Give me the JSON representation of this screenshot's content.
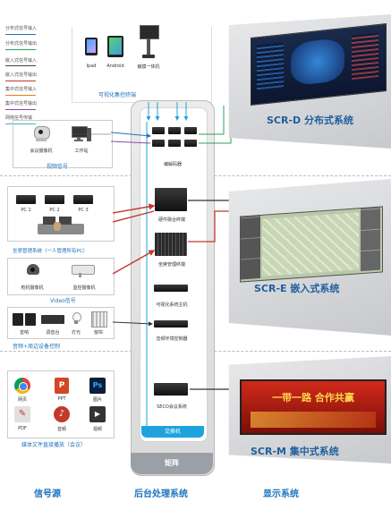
{
  "legend": [
    {
      "label": "分布式信号输入",
      "color": "#1e73be"
    },
    {
      "label": "分布式信号输出",
      "color": "#2ca05a"
    },
    {
      "label": "嵌入式信号输入",
      "color": "#444444"
    },
    {
      "label": "嵌入式信号输出",
      "color": "#c0392b"
    },
    {
      "label": "集中式信号输入",
      "color": "#e67e22"
    },
    {
      "label": "集中式信号输出",
      "color": "#8e44ad"
    },
    {
      "label": "网络信号传输",
      "color": "#3bb4d8"
    }
  ],
  "terminals": {
    "ipad": "Ipad",
    "android": "Android",
    "kiosk": "触摸一体机",
    "group": "可视化集控终端"
  },
  "video": {
    "conference_camera": "会议摄像机",
    "workstation": "工作站",
    "group": "视频信号"
  },
  "pcs": {
    "pc1": "PC 1",
    "pc2": "PC 2",
    "pc3": "PC 3",
    "group": "坐席管理系统（一人管理所有PC）"
  },
  "cameras": {
    "gun": "枪机摄像机",
    "monitor": "监控摄像机",
    "group": "Video信号"
  },
  "audio": {
    "items": [
      "音响",
      "调音台",
      "灯光",
      "窗帘"
    ],
    "group": "音频+周边设备控制"
  },
  "media": {
    "items": [
      "网页",
      "PPT",
      "图片",
      "PDF",
      "音频",
      "视频"
    ],
    "group": "媒体文件直接播放（会议）"
  },
  "backend": {
    "encoder": "编解码器",
    "fusion": "硬件融合终端",
    "seat": "坐席管理终端",
    "visual_host": "可视化系统主机",
    "env_ctrl": "音频环境控制器",
    "seco": "SECO会议系统",
    "switch": "交换机",
    "matrix": "矩阵"
  },
  "systems": {
    "d": "SCR-D 分布式系统",
    "e": "SCR-E 嵌入式系统",
    "m": "SCR-M 集中式系统",
    "banner": "一带一路 合作共赢"
  },
  "columns": {
    "source": "信号源",
    "process": "后台处理系统",
    "display": "显示系统"
  }
}
